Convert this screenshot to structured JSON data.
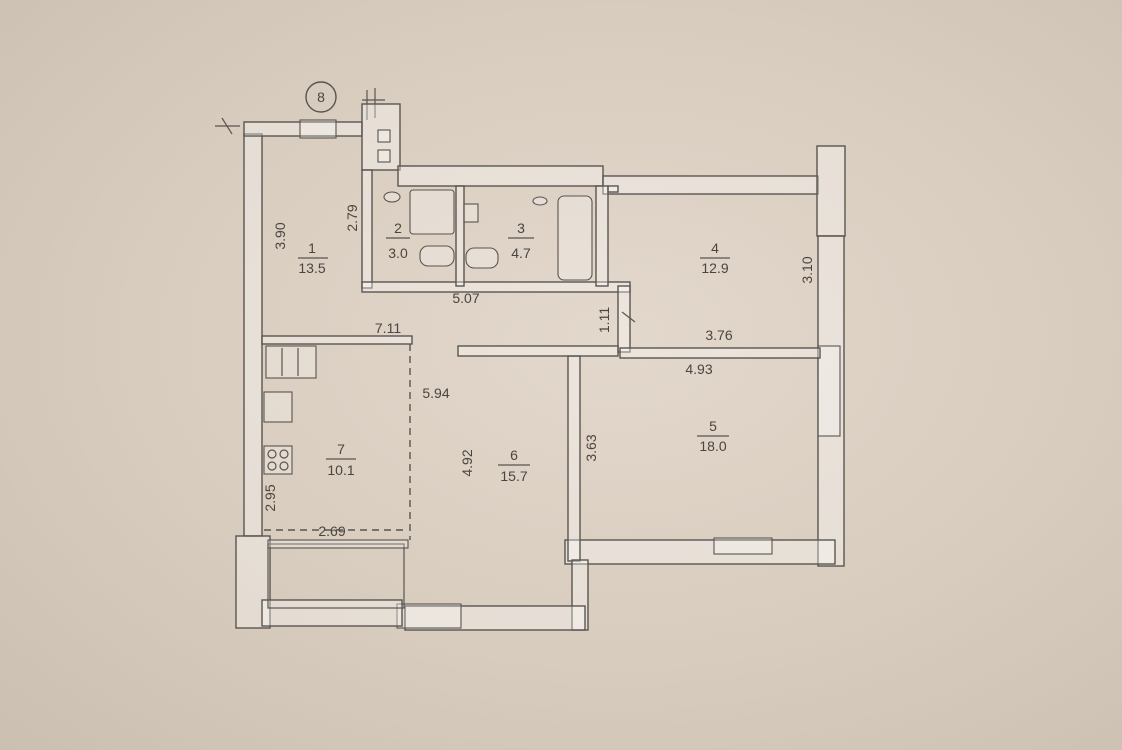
{
  "axis_marker": "8",
  "rooms": [
    {
      "number": "1",
      "area": "13.5"
    },
    {
      "number": "2",
      "area": "3.0"
    },
    {
      "number": "3",
      "area": "4.7"
    },
    {
      "number": "4",
      "area": "12.9"
    },
    {
      "number": "5",
      "area": "18.0"
    },
    {
      "number": "6",
      "area": "15.7"
    },
    {
      "number": "7",
      "area": "10.1"
    }
  ],
  "dimensions": {
    "d390": "3.90",
    "d279": "2.79",
    "d507": "5.07",
    "d711": "7.11",
    "d111": "1.11",
    "d310": "3.10",
    "d376": "3.76",
    "d493": "4.93",
    "d594": "5.94",
    "d363": "3.63",
    "d492": "4.92",
    "d295": "2.95",
    "d269": "2.69"
  }
}
